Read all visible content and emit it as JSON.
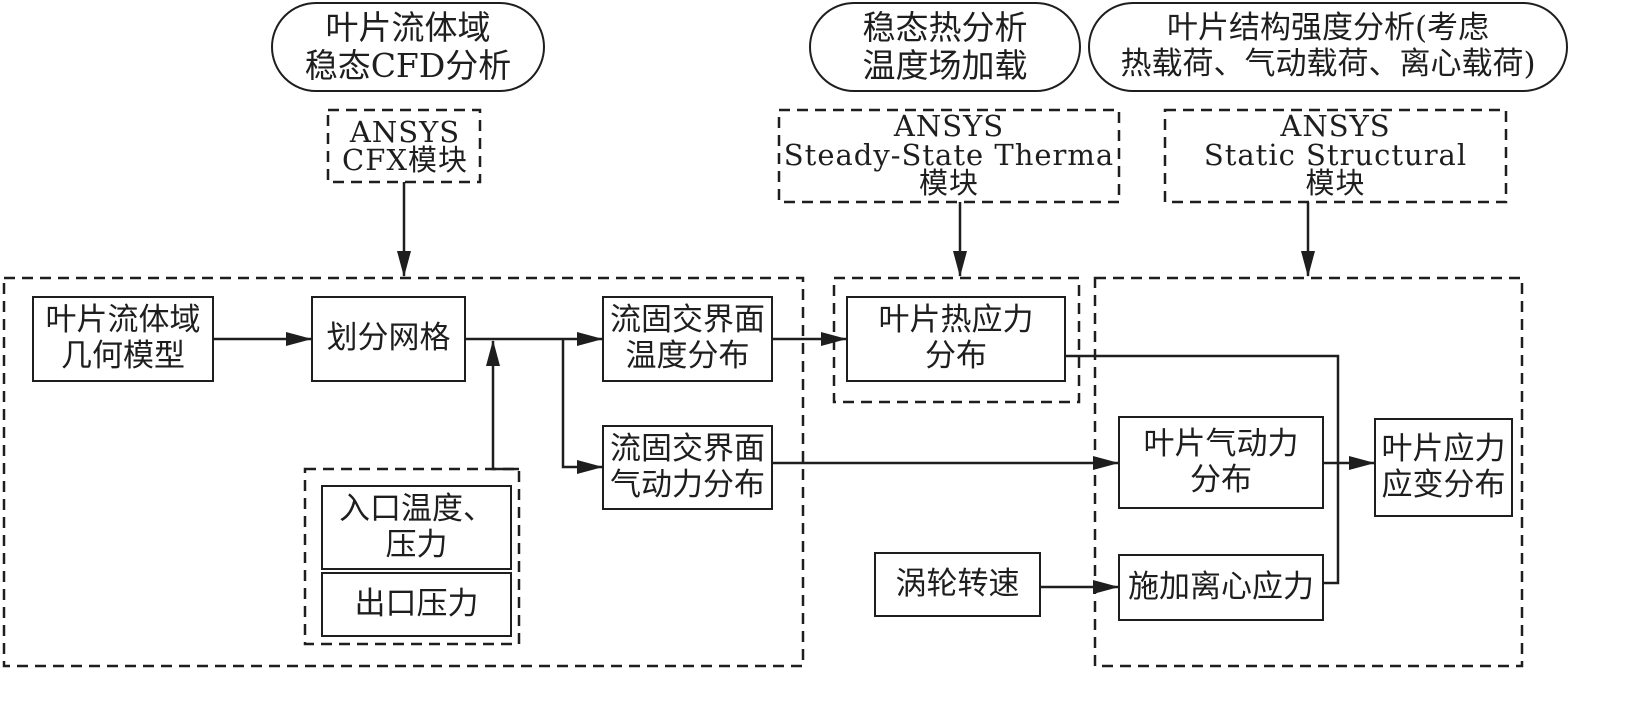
{
  "diagram": {
    "stages": [
      {
        "id": "cfd",
        "title_lines": [
          "叶片流体域",
          "稳态CFD分析"
        ]
      },
      {
        "id": "thermal",
        "title_lines": [
          "稳态热分析",
          "温度场加载"
        ]
      },
      {
        "id": "structural",
        "title_lines": [
          "叶片结构强度分析(考虑",
          "热载荷、气动载荷、离心载荷)"
        ]
      }
    ],
    "modules": [
      {
        "id": "cfx",
        "lines": [
          "ANSYS",
          "CFX模块"
        ]
      },
      {
        "id": "therm",
        "lines": [
          "ANSYS",
          "Steady-State Therma",
          "模块"
        ]
      },
      {
        "id": "struct",
        "lines": [
          "ANSYS",
          "Static Structural",
          "模块"
        ]
      }
    ],
    "nodes": {
      "geometry": [
        "叶片流体域",
        "几何模型"
      ],
      "mesh": [
        "划分网格"
      ],
      "fsi_temp": [
        "流固交界面",
        "温度分布"
      ],
      "fsi_aero": [
        "流固交界面",
        "气动力分布"
      ],
      "inlet": [
        "入口温度、",
        "压力"
      ],
      "outlet": [
        "出口压力"
      ],
      "thermal_stress": [
        "叶片热应力",
        "分布"
      ],
      "aero_force": [
        "叶片气动力",
        "分布"
      ],
      "centrifugal": [
        "施加离心应力"
      ],
      "turbine_speed": [
        "涡轮转速"
      ],
      "result": [
        "叶片应力",
        "应变分布"
      ]
    },
    "connections": [
      {
        "from": "cfx-module",
        "to": "cfd-group"
      },
      {
        "from": "therm-module",
        "to": "thermal-group"
      },
      {
        "from": "struct-module",
        "to": "structural-group"
      },
      {
        "from": "geometry",
        "to": "mesh"
      },
      {
        "from": "boundary-inputs",
        "to": "mesh-output"
      },
      {
        "from": "mesh",
        "to": "fsi_temp"
      },
      {
        "from": "mesh",
        "to": "fsi_aero"
      },
      {
        "from": "fsi_temp",
        "to": "thermal_stress"
      },
      {
        "from": "fsi_aero",
        "to": "aero_force"
      },
      {
        "from": "turbine_speed",
        "to": "centrifugal"
      },
      {
        "from": "thermal_stress",
        "to": "result"
      },
      {
        "from": "aero_force",
        "to": "result"
      },
      {
        "from": "centrifugal",
        "to": "result"
      }
    ]
  }
}
